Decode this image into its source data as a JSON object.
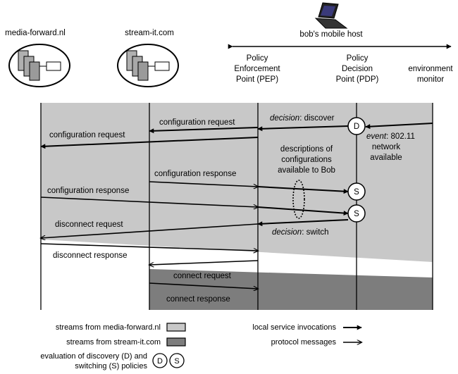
{
  "hosts": {
    "media_forward": "media-forward.nl",
    "stream_it": "stream-it.com",
    "mobile": "bob's mobile host"
  },
  "components": {
    "pep": [
      "Policy",
      "Enforcement",
      "Point (PEP)"
    ],
    "pdp": [
      "Policy",
      "Decision",
      "Point (PDP)"
    ],
    "env": [
      "environment",
      "monitor"
    ]
  },
  "messages": {
    "decision_discover_prefix": "decision",
    "decision_discover_suffix": ": discover",
    "config_request_pep": "configuration request",
    "config_request_mf": "configuration request",
    "event_prefix": "event",
    "event_suffix": ": 802.11",
    "event_line2": "network",
    "event_line3": "available",
    "descriptions": [
      "descriptions of",
      "configurations",
      "available to Bob"
    ],
    "config_response_si": "configuration response",
    "config_response_mf": "configuration response",
    "disconnect_request": "disconnect request",
    "decision_switch_prefix": "decision",
    "decision_switch_suffix": ": switch",
    "disconnect_response": "disconnect response",
    "connect_request": "connect request",
    "connect_response": "connect response"
  },
  "markers": {
    "discover": "D",
    "switch1": "S",
    "switch2": "S"
  },
  "legend": {
    "mf_streams": "streams from media-forward.nl",
    "si_streams": "streams from stream-it.com",
    "evaluation_line1": "evaluation of discovery (D) and",
    "evaluation_line2": "switching (S) policies",
    "d": "D",
    "s": "S",
    "local": "local service invocations",
    "protocol": "protocol messages"
  },
  "colors": {
    "mf_stream": "#c8c8c8",
    "si_stream": "#7d7d7d",
    "line": "#000000"
  }
}
